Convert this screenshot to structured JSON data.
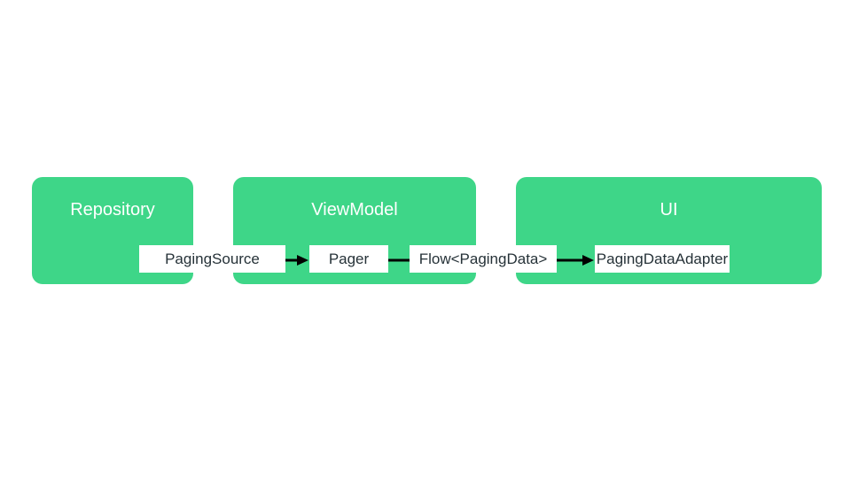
{
  "colors": {
    "background": "#ffffff",
    "container_fill": "#3ed688",
    "container_title": "#ffffff",
    "node_fill": "#ffffff",
    "node_text": "#263238",
    "arrow": "#000000"
  },
  "diagram": {
    "containers": [
      {
        "title": "Repository"
      },
      {
        "title": "ViewModel"
      },
      {
        "title": "UI"
      }
    ],
    "nodes": [
      {
        "label": "PagingSource",
        "layer": "Repository"
      },
      {
        "label": "Pager",
        "layer": "ViewModel"
      },
      {
        "label": "Flow<PagingData>",
        "layer": "ViewModel"
      },
      {
        "label": "PagingDataAdapter",
        "layer": "UI"
      }
    ],
    "edges": [
      {
        "from": "PagingSource",
        "to": "Pager",
        "arrowhead": true
      },
      {
        "from": "Pager",
        "to": "Flow<PagingData>",
        "arrowhead": false
      },
      {
        "from": "Flow<PagingData>",
        "to": "PagingDataAdapter",
        "arrowhead": true
      }
    ]
  }
}
